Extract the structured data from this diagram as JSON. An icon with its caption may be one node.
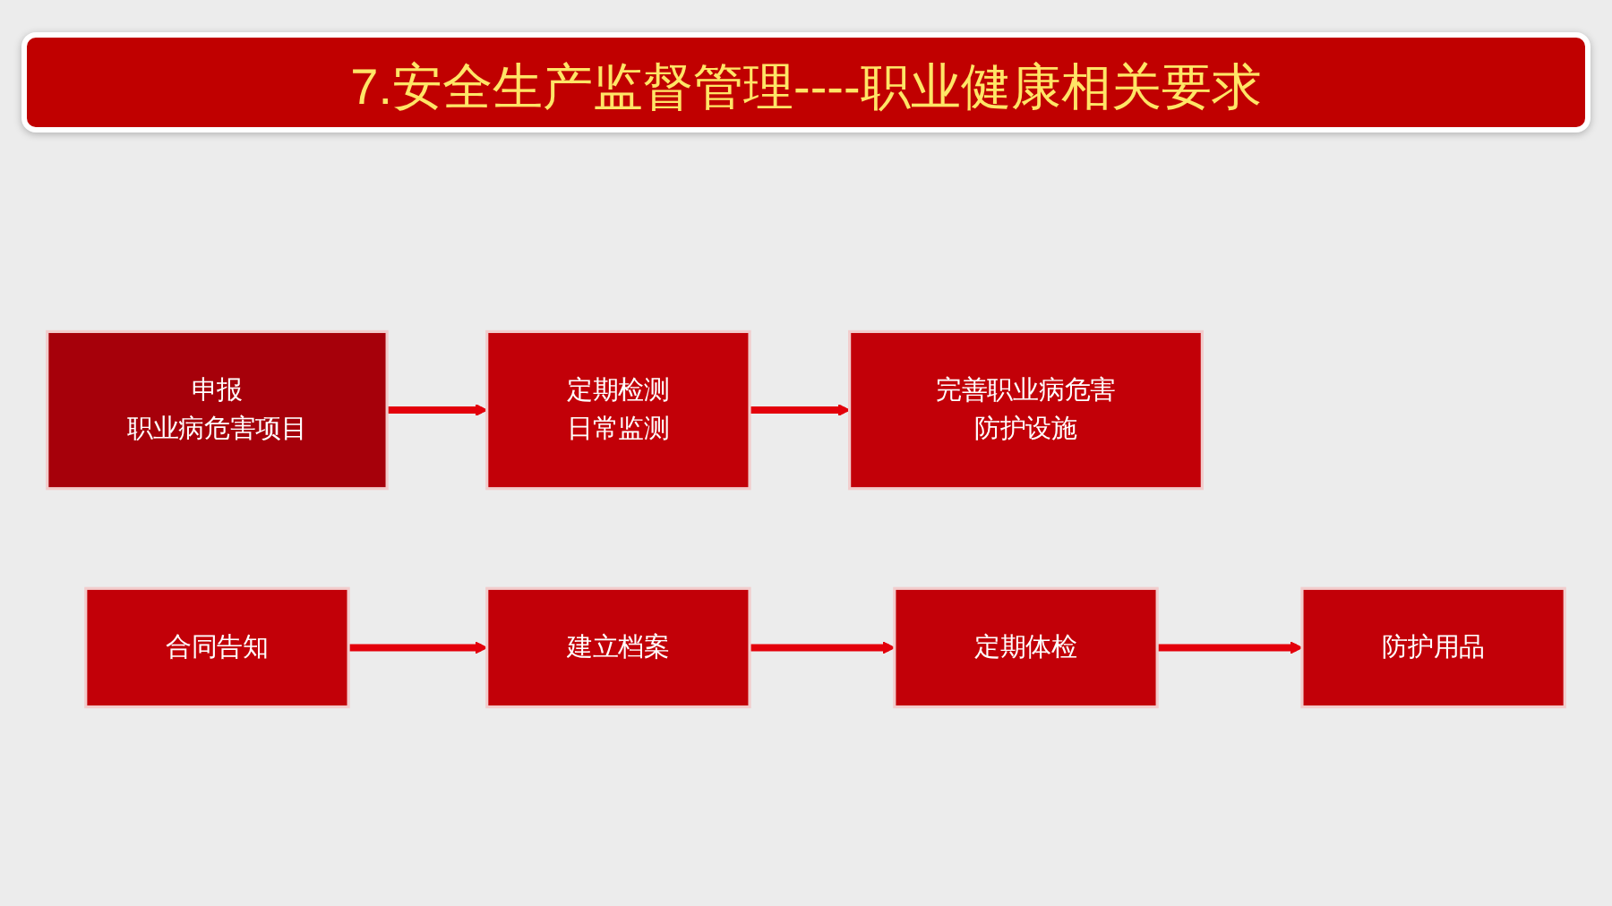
{
  "diagram": {
    "title": "7.安全生产监督管理----职业健康相关要求",
    "nodes": [
      {
        "text": [
          "申报",
          "职业病危害项目"
        ]
      },
      {
        "text": [
          "定期检测",
          "日常监测"
        ]
      },
      {
        "text": [
          "完善职业病危害防护设施"
        ]
      },
      {
        "text": [
          "合同告知"
        ]
      },
      {
        "text": [
          "建立档案"
        ]
      },
      {
        "text": [
          "定期体检"
        ]
      },
      {
        "text": [
          "防护用品"
        ]
      }
    ],
    "edges": [
      {
        "from": 0,
        "to": 1,
        "arrow": "to"
      },
      {
        "from": 1,
        "to": 2,
        "arrow": "to"
      },
      {
        "from": 3,
        "to": 4,
        "arrow": "to"
      },
      {
        "from": 4,
        "to": 5,
        "arrow": "to"
      },
      {
        "from": 5,
        "to": 6,
        "arrow": "to"
      }
    ]
  }
}
